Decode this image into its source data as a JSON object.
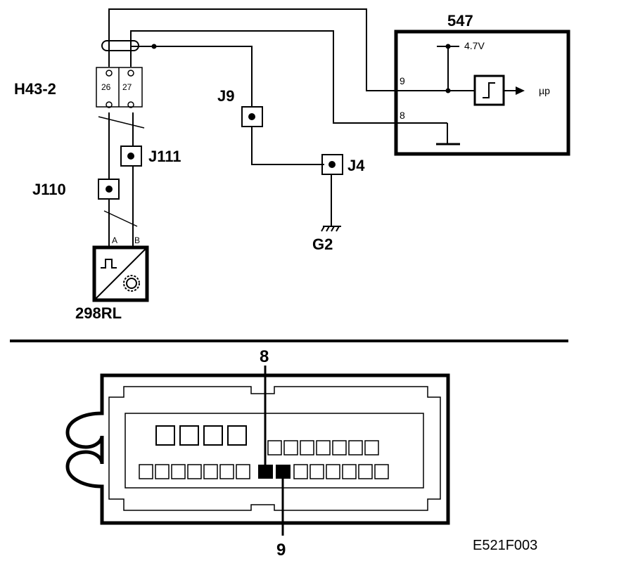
{
  "diagram": {
    "ecu": {
      "label": "547",
      "supply": "4.7V",
      "pin_signal": "9",
      "pin_ground": "8",
      "output": "µp"
    },
    "connector": {
      "label": "H43-2",
      "pin_a": "26",
      "pin_b": "27"
    },
    "junctions": {
      "j9": "J9",
      "j111": "J111",
      "j110": "J110",
      "j4": "J4"
    },
    "ground": "G2",
    "sensor": {
      "label": "298RL",
      "pin_a": "A",
      "pin_b": "B"
    },
    "pinout": {
      "pin_top": "8",
      "pin_bottom": "9"
    },
    "figure_code": "E521F003"
  }
}
